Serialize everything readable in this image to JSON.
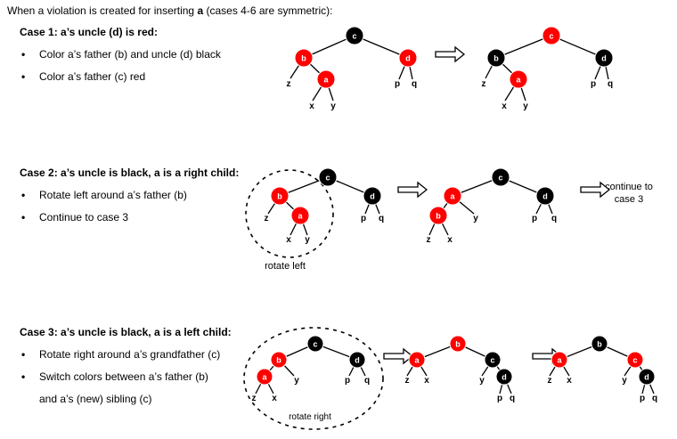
{
  "intro": {
    "text_before": "When a violation is created for inserting ",
    "text_bold": "a",
    "text_after": " (cases 4-6 are symmetric):"
  },
  "case1": {
    "title": "Case 1: a’s uncle (d) is red:",
    "bullets": [
      "Color a’s father (b) and uncle (d) black",
      "Color a’s father (c) red"
    ]
  },
  "case2": {
    "title": "Case 2: a’s uncle is black, a is a right child:",
    "bullets": [
      "Rotate left around a’s father (b)",
      "Continue to case 3"
    ],
    "rotate_label": "rotate left",
    "continue_label_1": "continue to",
    "continue_label_2": "case 3"
  },
  "case3": {
    "title": "Case 3: a’s uncle is black, a is a left child:",
    "bullets": [
      "Rotate right around a’s grandfather (c)",
      "Switch colors between a’s father (b)",
      "and a’s (new) sibling (c)"
    ],
    "rotate_label": "rotate right"
  },
  "colors": {
    "red": "#ff0000",
    "black": "#000000",
    "node_text": "#ffffff"
  },
  "node_labels": {
    "a": "a",
    "b": "b",
    "c": "c",
    "d": "d"
  },
  "leaf_labels": {
    "p": "p",
    "q": "q",
    "x": "x",
    "y": "y",
    "z": "z"
  }
}
